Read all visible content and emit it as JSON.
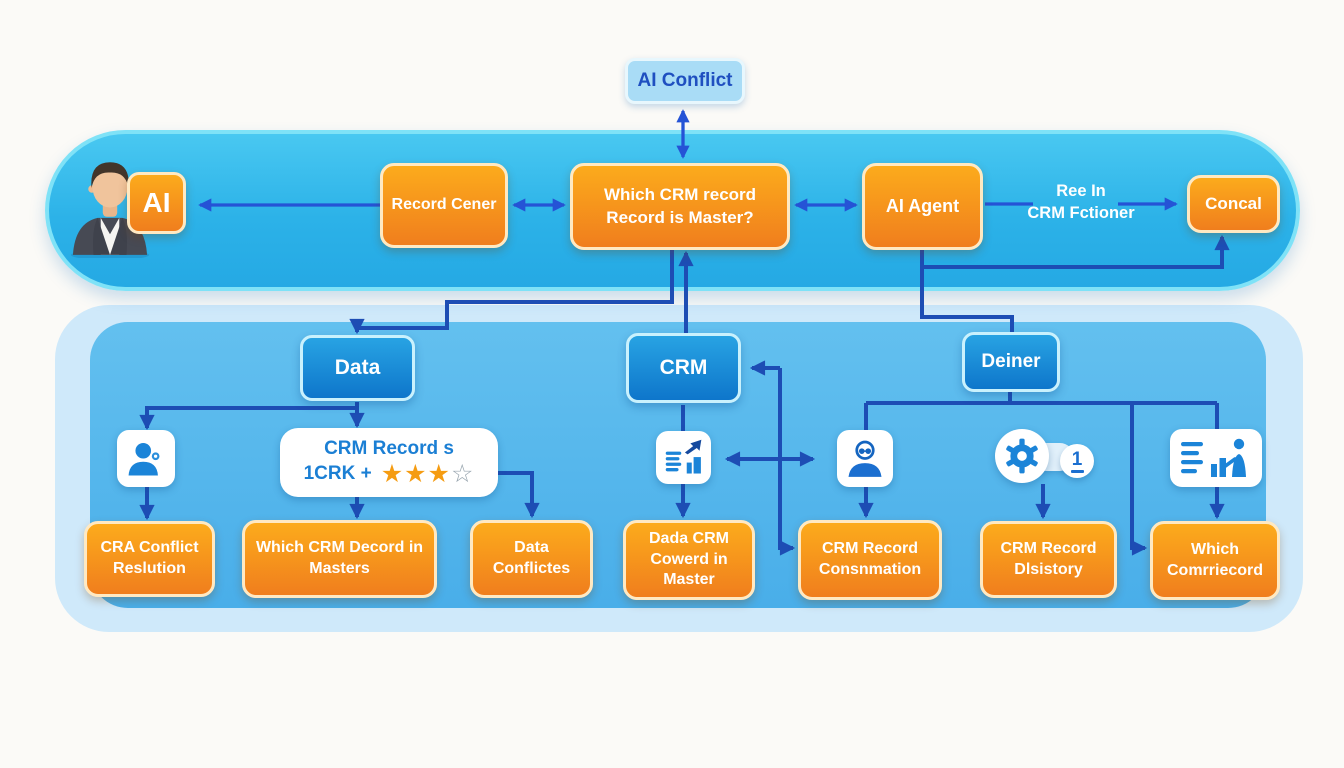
{
  "top_label": {
    "text": "AI Conflict"
  },
  "band": {
    "ai_chip": "AI",
    "record_center": "Record Cener",
    "master_question_line1": "Which CRM record",
    "master_question_line2": "Record is Master?",
    "ai_agent": "AI Agent",
    "flow_label": {
      "line1": "Ree In",
      "line2": "CRM Fctioner"
    },
    "concal": "Concal"
  },
  "level2": {
    "data": "Data",
    "crm": "CRM",
    "deiner": "Deiner"
  },
  "rating_card": {
    "title": "CRM Record s",
    "subtitle": "1CRK +",
    "stars_filled": "★★★",
    "star_empty": "☆"
  },
  "gear_badge": "1",
  "icon_names": [
    "user-profile-icon",
    "crm-rating-card",
    "report-growth-icon",
    "support-user-icon",
    "process-gear-icon",
    "presentation-stats-icon"
  ],
  "level3": {
    "b1": "CRA Conflict Reslution",
    "b2": "Which CRM Decord in Masters",
    "b3": "Data Conflictes",
    "b4": "Dada CRM Cowerd in Master",
    "b5": "CRM Record Consnmation",
    "b6": "CRM Record Dlsistory",
    "b7": "Which Comrriecord"
  },
  "colors": {
    "band_blue": "#2fb4e9",
    "panel_blue": "#55b8ec",
    "node_orange": "#f58a1d",
    "node_blue": "#1580d0",
    "arrow_blue": "#2553d6",
    "arrow_navy": "#1d4db4",
    "star_orange": "#f59c12"
  }
}
